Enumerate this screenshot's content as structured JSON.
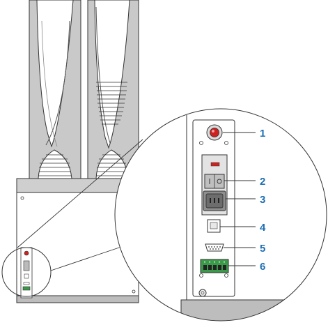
{
  "colors": {
    "callout": "#1e6fb4",
    "outline": "#333333",
    "column_fill": "#c9c9c9",
    "base_top": "#cfcfcf",
    "floor": "#bdbdbd",
    "power_red": "#cc2222",
    "connector_green": "#3a9a4a"
  },
  "callouts": [
    {
      "number": "1",
      "target": "power-indicator-button"
    },
    {
      "number": "2",
      "target": "power-switch"
    },
    {
      "number": "3",
      "target": "power-inlet"
    },
    {
      "number": "4",
      "target": "usb-port"
    },
    {
      "number": "5",
      "target": "serial-port"
    },
    {
      "number": "6",
      "target": "terminal-block"
    }
  ]
}
